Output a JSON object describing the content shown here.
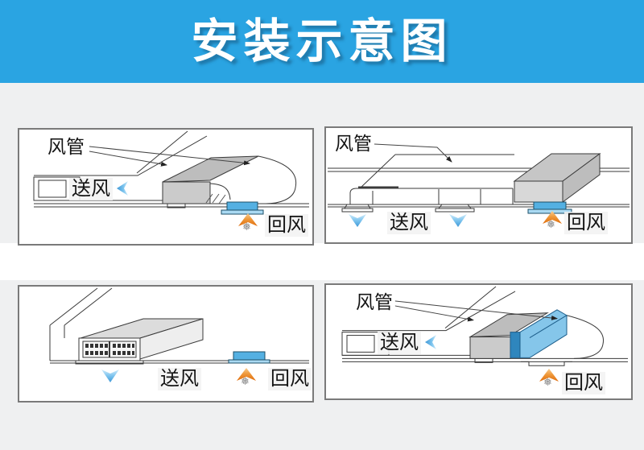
{
  "header": {
    "title": "安装示意图"
  },
  "panels": [
    {
      "name": "top-left",
      "labels": {
        "duct": "风管",
        "supply": "送风",
        "return": "回风"
      }
    },
    {
      "name": "top-right",
      "labels": {
        "duct": "风管",
        "supply": "送风",
        "return": "回风"
      }
    },
    {
      "name": "bottom-left",
      "labels": {
        "supply": "送风",
        "return": "回风"
      }
    },
    {
      "name": "bottom-right",
      "labels": {
        "duct": "风管",
        "supply": "送风",
        "return": "回风"
      }
    }
  ],
  "icons": {
    "snowflake": "❅"
  },
  "colors": {
    "header_bg": "#2aa4e2",
    "page_bg": "#eff0f1",
    "panel_border": "#7a7a7a",
    "grille_blue": "#54b0e2",
    "duct_panel_blue": "#85c6ea",
    "arrow_blue": "#7cc4ee",
    "arrow_orange": "#ef9a3c",
    "unit_gray": "#cbcbcb"
  }
}
